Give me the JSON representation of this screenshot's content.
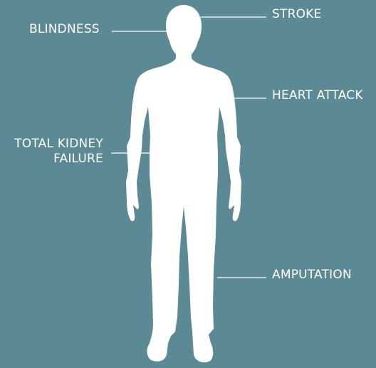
{
  "diagram": {
    "background_color": "#5b8a94",
    "figure_color": "#ffffff",
    "labels": {
      "stroke": "STROKE",
      "blindness": "BLINDNESS",
      "heart_attack": "HEART ATTACK",
      "kidney_line1": "TOTAL KIDNEY",
      "kidney_line2": "FAILURE",
      "amputation": "AMPUTATION"
    }
  }
}
